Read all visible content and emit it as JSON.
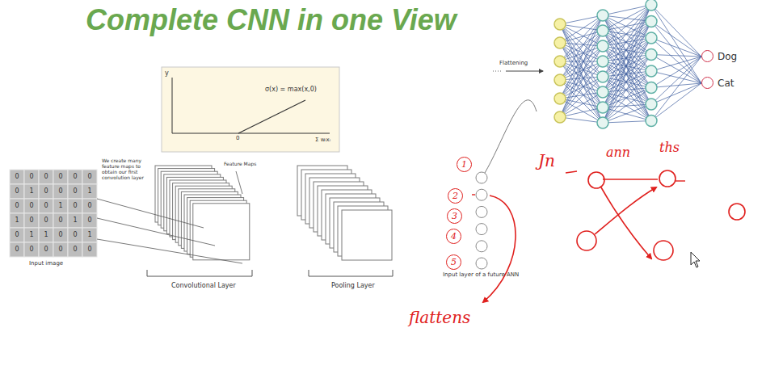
{
  "diagram": {
    "title": "Complete CNN in one View",
    "nodes": [
      {
        "text": [
          "Dog"
        ]
      },
      {
        "text": [
          "Cat"
        ]
      },
      {
        "text": [
          "1"
        ]
      },
      {
        "text": [
          "2"
        ]
      },
      {
        "text": [
          "3"
        ]
      },
      {
        "text": [
          "4"
        ]
      },
      {
        "text": [
          "5"
        ]
      }
    ],
    "labels": [
      "y",
      "0",
      "σ(x) = max(x,0)",
      "Σ wᵢxᵢ",
      "We create many feature maps to obtain our first convolution layer",
      "Feature Maps",
      "0",
      "0",
      "0",
      "0",
      "0",
      "0",
      "0",
      "1",
      "0",
      "0",
      "0",
      "1",
      "0",
      "0",
      "0",
      "1",
      "0",
      "0",
      "1",
      "0",
      "0",
      "0",
      "1",
      "0",
      "0",
      "1",
      "1",
      "0",
      "0",
      "1",
      "0",
      "0",
      "0",
      "0",
      "0",
      "0",
      "Input image",
      "Convolutional Layer",
      "Pooling Layer",
      "Flattening",
      "Input layer of a future ANN",
      "flattens",
      "Jn",
      "ann",
      "ths"
    ]
  }
}
